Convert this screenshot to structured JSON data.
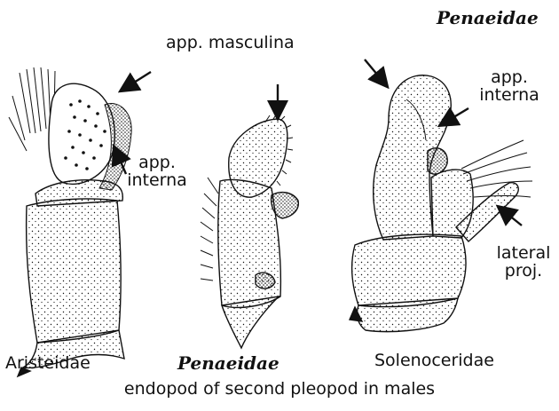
{
  "labels": {
    "app_masculina": "app. masculina",
    "app_interna_left_1": "app.",
    "app_interna_left_2": "interna",
    "app_interna_right_1": "app.",
    "app_interna_right_2": "interna",
    "lateral_proj_1": "lateral",
    "lateral_proj_2": "proj."
  },
  "families": {
    "left": "Aristeidae",
    "middle": "Penaeidae",
    "right": "Solenoceridae",
    "top_right": "Penaeidae"
  },
  "caption": "endopod of second pleopod in males",
  "colors": {
    "ink": "#111111",
    "background": "#ffffff"
  }
}
